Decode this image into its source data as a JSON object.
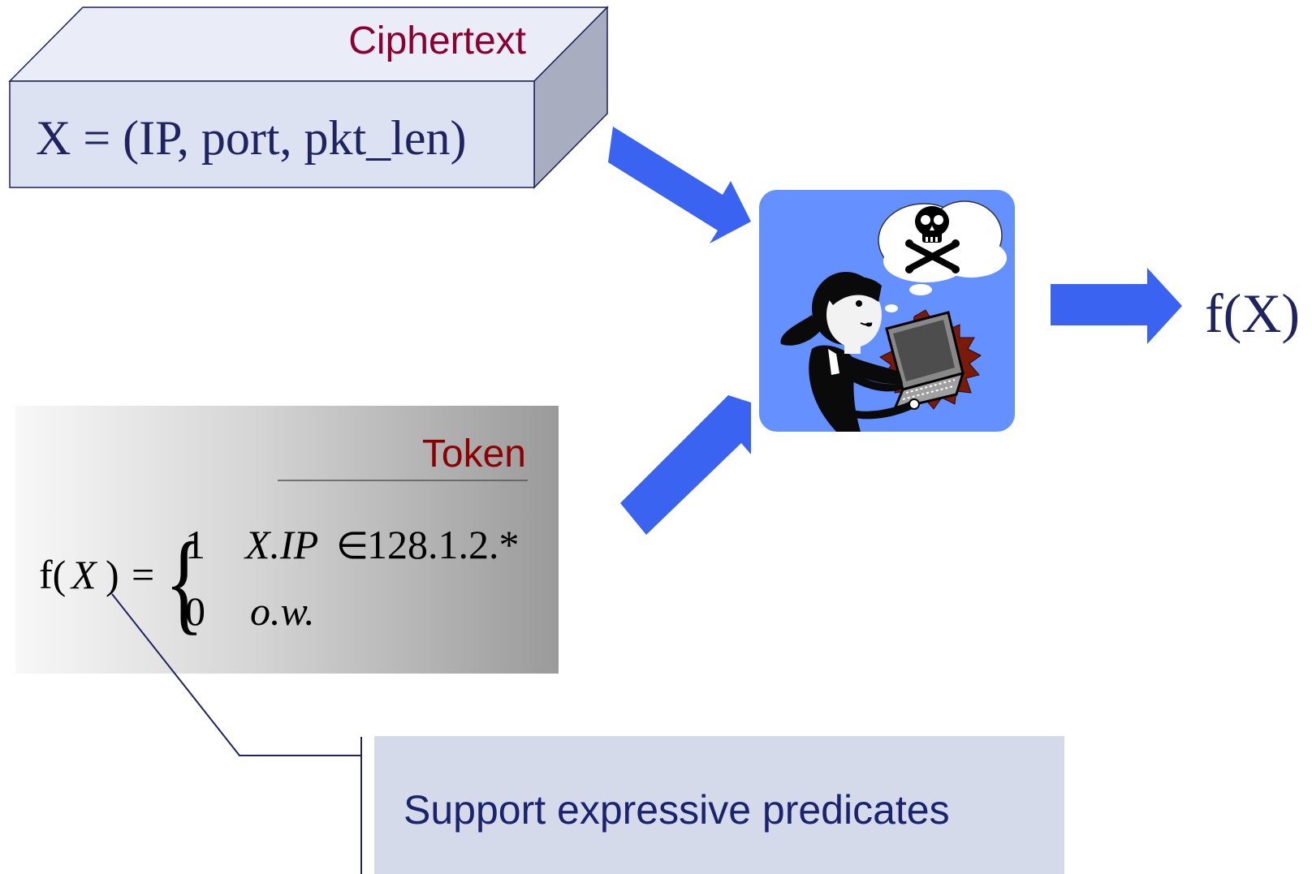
{
  "ciphertext": {
    "label": "Ciphertext",
    "content": "X = (IP, port, pkt_len)"
  },
  "token": {
    "label": "Token",
    "lhs_f": "f(",
    "lhs_x": "X",
    "lhs_close": ")",
    "equals": "=",
    "case1_value": "1",
    "case1_cond_var": "X.IP",
    "case1_cond_op": "∈",
    "case1_cond_rhs": "128.1.2.*",
    "case2_value": "0",
    "case2_cond": "o.w."
  },
  "output": {
    "label": "f(X)"
  },
  "callout": {
    "text": "Support expressive predicates"
  },
  "illustration": {
    "icon": "evaluator-with-laptop-icon",
    "thought_icon": "skull-crossbones-icon"
  },
  "colors": {
    "arrow": "#3a63f2",
    "ciphertext_face": "#dde2f3",
    "ciphertext_top": "#eaedf8",
    "ciphertext_side": "#a8adbf",
    "box_outline": "#1a2060",
    "label_red": "#8b0030",
    "token_red": "#8b0000",
    "formula_text": "#1f2460",
    "evaluator_bg": "#6491ff",
    "callout_bg": "#d5daeb",
    "callout_text": "#1a236e"
  }
}
